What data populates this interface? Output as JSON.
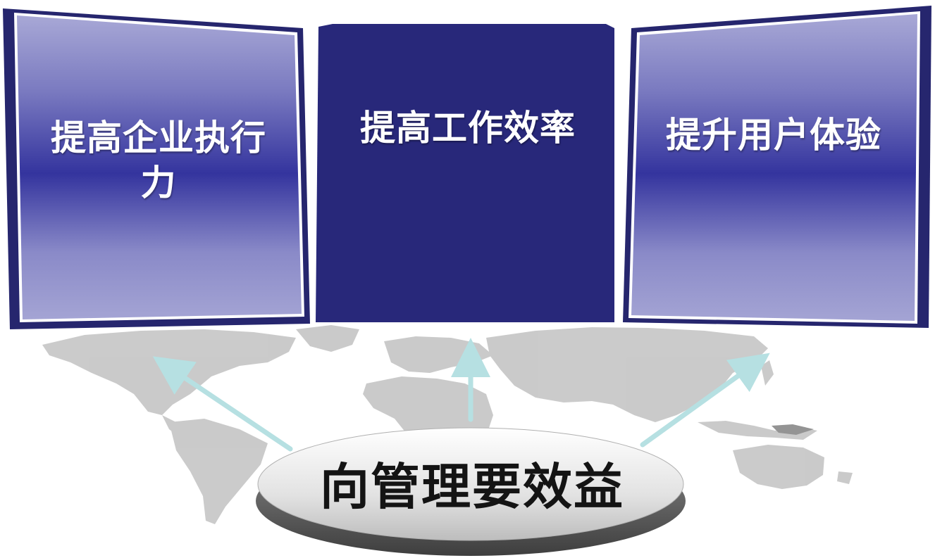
{
  "panels": {
    "left": {
      "label": "提高企业执行力"
    },
    "center": {
      "label": "提高工作效率"
    },
    "right": {
      "label": "提升用户体验"
    }
  },
  "center_disc": {
    "label": "向管理要效益"
  },
  "colors": {
    "panel_dark": "#2a2a78",
    "panel_light": "#a0a0d2",
    "panel_mid": "#32329a",
    "map_gray": "#c8c8c8",
    "arrow": "#b6e0e2",
    "disc_top": "#f2f2f2",
    "disc_side": "#5a5a5a",
    "text_dark": "#141414"
  },
  "icons": {
    "background": "world-map-icon",
    "arrows": "arrow-up-icon"
  }
}
